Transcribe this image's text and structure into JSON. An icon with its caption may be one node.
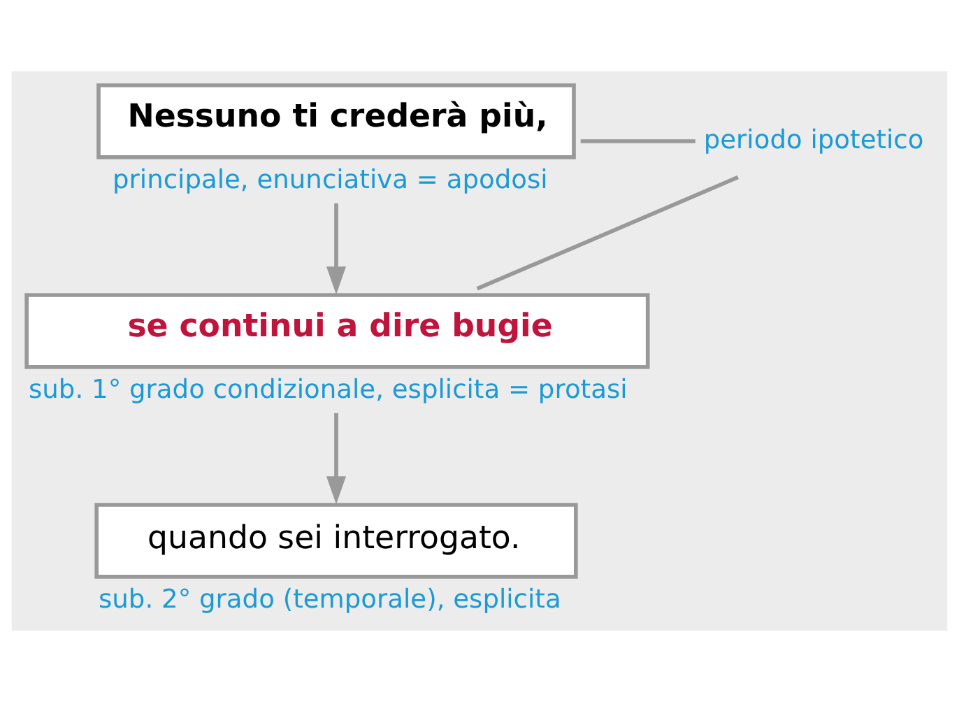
{
  "diagram": {
    "nodes": [
      {
        "text": [
          "Nessuno ti crederà più,"
        ],
        "beside": [
          "principale, enunciativa = apodosi"
        ]
      },
      {
        "text": [
          "se continui a dire bugie"
        ],
        "beside": [
          "sub. 1° grado condizionale, esplicita = protasi"
        ]
      },
      {
        "text": [
          "quando sei interrogato."
        ],
        "beside": [
          "sub. 2° grado (temporale), esplicita"
        ]
      },
      {
        "text": [
          "periodo ipotetico"
        ]
      }
    ],
    "edges": [
      {
        "from": 0,
        "to": 1,
        "arrow": "to"
      },
      {
        "from": 1,
        "to": 2,
        "arrow": "to"
      },
      {
        "from": 0,
        "to": 3,
        "arrow": "none"
      },
      {
        "from": 1,
        "to": 3,
        "arrow": "none"
      }
    ]
  }
}
